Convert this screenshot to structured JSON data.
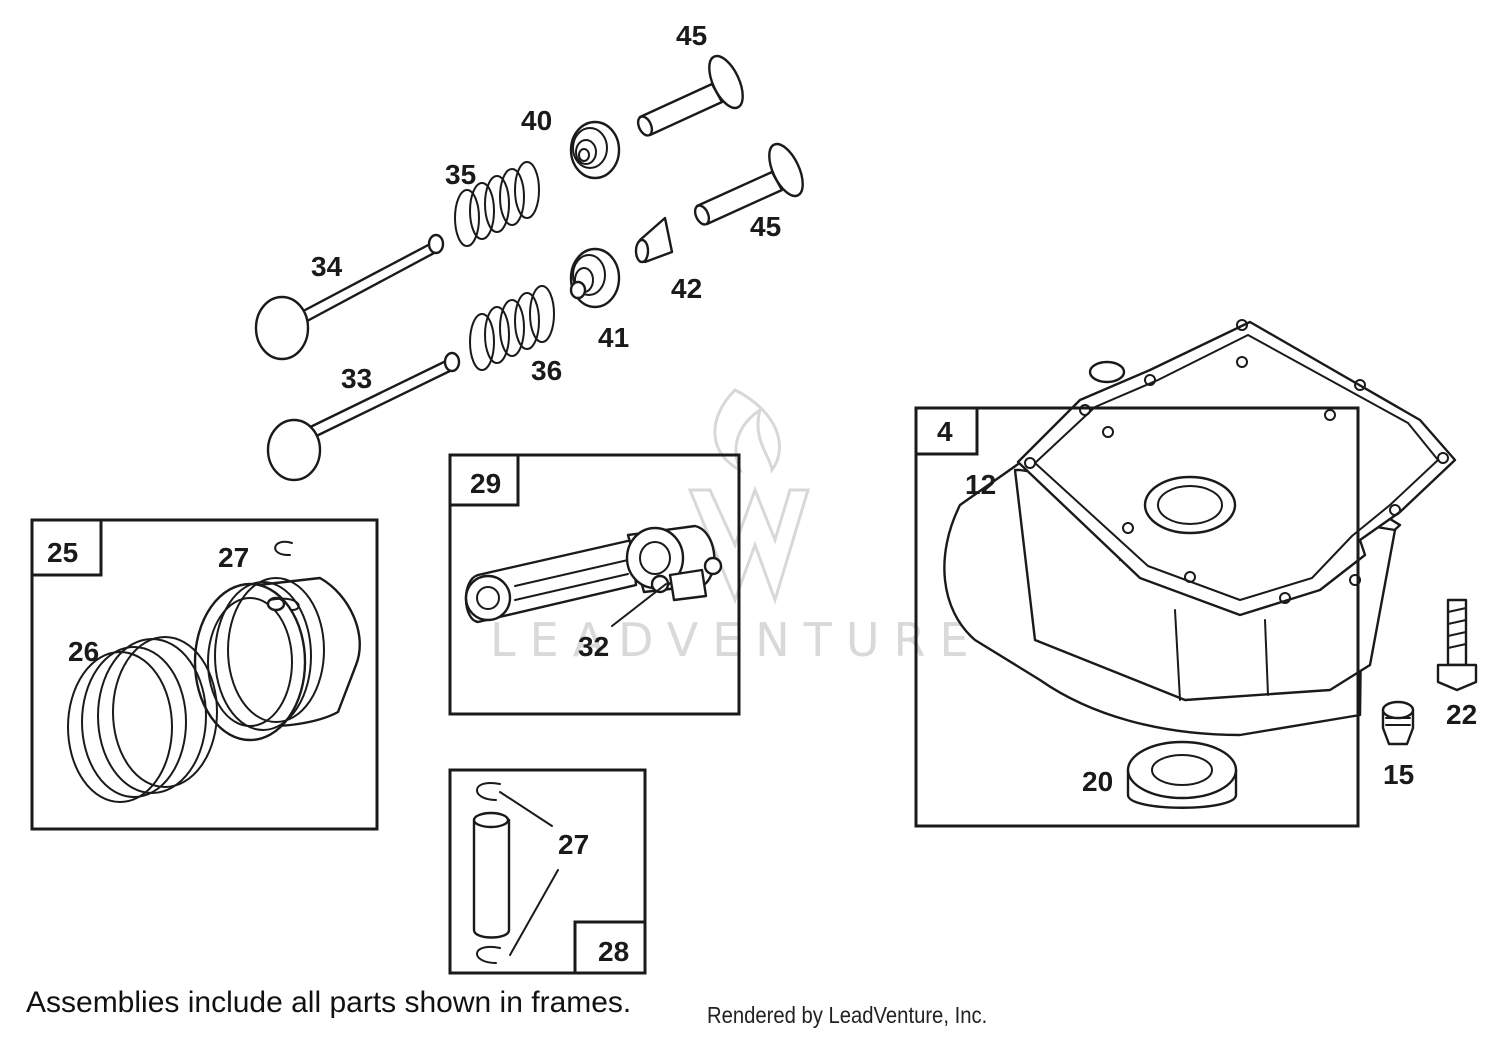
{
  "diagram": {
    "watermark_text": "LEADVENTURE",
    "callouts": {
      "c45a": "45",
      "c40": "40",
      "c35": "35",
      "c45b": "45",
      "c34": "34",
      "c42": "42",
      "c41": "41",
      "c33": "33",
      "c36": "36",
      "c12": "12",
      "c27a": "27",
      "c26": "26",
      "c32": "32",
      "c22": "22",
      "c15": "15",
      "c20": "20",
      "c27b": "27"
    },
    "frames": {
      "f25": "25",
      "f29": "29",
      "f4": "4",
      "f28": "28"
    },
    "footer_note": "Assemblies include all parts shown in frames.",
    "credit": "Rendered by LeadVenture, Inc."
  }
}
